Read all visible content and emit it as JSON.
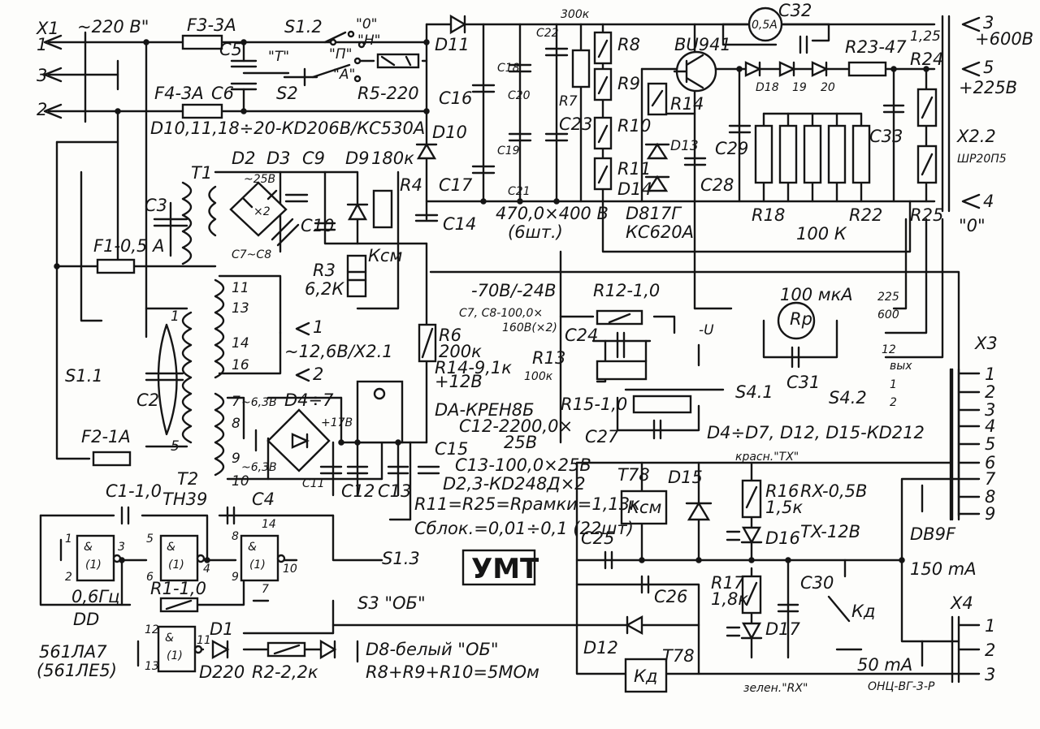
{
  "title": "УМТ",
  "connectors": {
    "x1": "X1",
    "x1_volt": "~220 В\"",
    "x1_p1": "1",
    "x1_p3": "3",
    "x1_p2": "2",
    "x2_2": "X2.2",
    "x2_2_type": "ШР20П5",
    "x2_2_p3": "3",
    "x2_2_p3v": "+600В",
    "x2_2_p5": "5",
    "x2_2_p5v": "+225В",
    "x2_2_p4": "4",
    "x2_2_p4v": "\"0\"",
    "x2_1": "~12,6В/Х2.1",
    "x2_1_p1": "1",
    "x2_1_p2": "2",
    "x3": "X3",
    "x3_pins": [
      "1",
      "2",
      "3",
      "4",
      "5",
      "6",
      "7",
      "8",
      "9"
    ],
    "x3_type": "DB9F",
    "x4": "X4",
    "x4_pins": [
      "1",
      "2",
      "3"
    ],
    "x4_type": "ОНЦ-ВГ-3-Р"
  },
  "fuses": {
    "f3": "F3-3A",
    "f4": "F4-3A",
    "f1": "F1-0,5 A",
    "f2": "F2-1A"
  },
  "switches": {
    "s1_2": "S1.2",
    "s1_2_0": "\"0\"",
    "s1_2_h": "\"Н\"",
    "s1_2_p": "\"П\"",
    "s1_2_a": "\"А\"",
    "s2": "S2",
    "s2_t": "\"Т\"",
    "s1_1": "S1.1",
    "s1_3": "S1.3",
    "s3": "S3 \"ОБ\"",
    "s4_1": "S4.1",
    "s4_2": "S4.2",
    "s4_2_out": "вых",
    "s4_2_1": "1",
    "s4_2_2": "2",
    "sw_225": "225",
    "sw_600": "600",
    "sw_12": "12",
    "sw_u": "-U"
  },
  "components": {
    "c5": "C5",
    "c6": "C6",
    "r5": "R5-220",
    "t1": "T1",
    "c3": "C3",
    "d2": "D2",
    "d3": "D3",
    "x2": "×2",
    "v25": "~25В",
    "c9": "C9",
    "c10": "C10",
    "c7c8": "C7~C8",
    "d9": "D9",
    "r4_val": "180к",
    "r4": "R4",
    "r3": "R3",
    "r3_val": "6,2К",
    "kcm": "Кcм",
    "d11": "D11",
    "d10": "D10",
    "c16": "C16",
    "c17": "C17",
    "c18": "C18",
    "c19": "C19",
    "c20": "C20",
    "c21": "C21",
    "c22": "C22",
    "c23": "C23",
    "c14": "C14",
    "r7": "R7",
    "r7_val": "300к",
    "r8": "R8",
    "r9": "R9",
    "r10": "R10",
    "r11": "R11",
    "cap_bank": "470,0×400 В",
    "cap_bank_n": "(6шт.)",
    "bu941": "BU941",
    "r14": "R14",
    "d13": "D13",
    "d14": "D14",
    "zener": "D817Г",
    "zener2": "КС620А",
    "c28": "C28",
    "c29": "C29",
    "c32": "C32",
    "meter05": "0,5A",
    "d18": "D18",
    "d19": "19",
    "d20": "20",
    "r23": "R23-47",
    "r24": "R24",
    "r24_val": "1,25",
    "c33": "C33",
    "r18": "R18",
    "r22": "R22",
    "r_bank": "100 К",
    "r25": "R25",
    "t2": "T2",
    "t2_type": "ТН39",
    "c2": "C2",
    "t2_w1": "1",
    "t2_w5": "5",
    "t2_w11": "11",
    "t2_w13": "13",
    "t2_w14": "14",
    "t2_w16": "16",
    "t2_w7": "7",
    "t2_w8": "8",
    "t2_w9": "9",
    "t2_w10": "10",
    "v63a": "~6,3В",
    "v63b": "~6,3В",
    "d4_7": "D4÷7",
    "v17": "+17В",
    "c11": "C11",
    "c12": "C12",
    "c13": "C13",
    "c15": "C15",
    "da": "DA-КРЕН8Б",
    "v12": "+12В",
    "r6": "R6",
    "r6_val": "200к",
    "r14_note": "R14-9,1к",
    "range": "-70В/-24В",
    "c7c8_note": "C7, C8-100,0×",
    "c7c8_note2": "160В(×2)",
    "r12": "R12-1,0",
    "c24": "C24",
    "r13": "R13",
    "r13_val": "100к",
    "r15": "R15-1,0",
    "c27": "C27",
    "rp": "Rp",
    "ua": "100 мкA",
    "c31": "C31",
    "diodes_note": "D4÷D7, D12, D15-КD212",
    "c12_note": "C12-2200,0×",
    "c12_note2": "25В",
    "c13_note": "C13-100,0×25В",
    "d23_note": "D2,3-КD248Д×2",
    "r11_note": "R11=R25=Rрамки=1,13к",
    "cblok": "Cблок.=0,01÷0,1 (22шт)",
    "dd_note": "D10,11,18÷20-КD206В/КС530А",
    "c1": "C1-1,0",
    "c4": "C4",
    "dd": "DD",
    "freq": "0,6Гц",
    "chip": "561ЛА7",
    "chip2": "(561ЛЕ5)",
    "r1": "R1-1,0",
    "d1": "D1",
    "d220": "D220",
    "r2": "R2-2,2к",
    "d8": "D8-белый \"ОБ\"",
    "r_sum": "R8+R9+R10=5МОм",
    "t78a": "Т78",
    "t78b": "Т78",
    "d15": "D15",
    "c25": "C25",
    "c26": "C26",
    "c30": "C30",
    "d12": "D12",
    "kd": "Кд",
    "r16": "R16",
    "r16_val": "1,5к",
    "r17": "R17",
    "r17_val": "1,8к",
    "d16": "D16",
    "d17": "D17",
    "tx_label": "красн.\"ТХ\"",
    "rx_label": "зелен.\"RX\"",
    "rx_v": "RX-0,5В",
    "tx_v": "TX-12В",
    "i150": "150 mA",
    "i50": "50 mA",
    "g_pins1": [
      "1",
      "2",
      "3"
    ],
    "g_pins2": [
      "5",
      "6",
      "4"
    ],
    "g_pins3": [
      "8",
      "9",
      "10",
      "14",
      "7"
    ],
    "g_pins4": [
      "12",
      "13",
      "11"
    ],
    "gate_sym": "&",
    "gate_one": "(1)"
  }
}
